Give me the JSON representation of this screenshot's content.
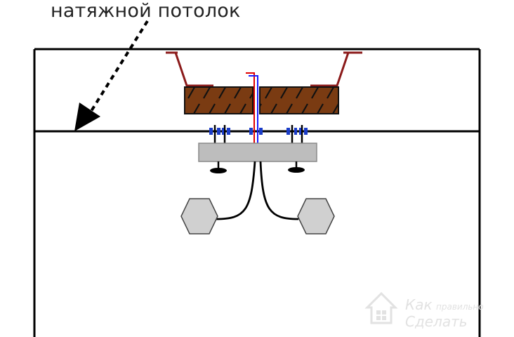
{
  "label": {
    "text": "натяжной потолок"
  },
  "watermark": {
    "line1": "Как",
    "line1_small": "правильно",
    "line2": "Сделать"
  },
  "colors": {
    "outline": "#000000",
    "ceiling_sheet": "#000000",
    "wood": "#7a3b12",
    "bracket": "#8b1a1a",
    "mount_plate": "#bdbdbd",
    "bulb": "#d0d0d0",
    "wire_red": "#e00000",
    "wire_blue": "#1a1aff",
    "screw_blue": "#1a3cc8",
    "watermark": "#e2e2e2"
  },
  "icons": {
    "arrow": "dashed-arrow-icon",
    "watermark_logo": "house-logo-icon"
  }
}
